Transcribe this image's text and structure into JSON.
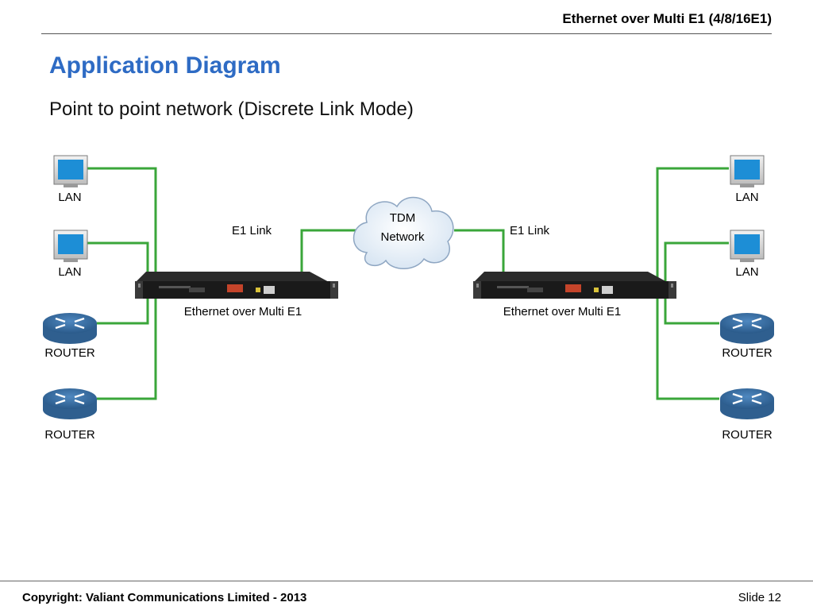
{
  "header": {
    "title": "Ethernet over Multi E1 (4/8/16E1)"
  },
  "slide": {
    "title": "Application Diagram",
    "subtitle": "Point to point network (Discrete Link Mode)"
  },
  "diagram": {
    "left_nodes": [
      {
        "kind": "lan",
        "label": "LAN"
      },
      {
        "kind": "lan",
        "label": "LAN"
      },
      {
        "kind": "router",
        "label": "ROUTER"
      },
      {
        "kind": "router",
        "label": "ROUTER"
      }
    ],
    "right_nodes": [
      {
        "kind": "lan",
        "label": "LAN"
      },
      {
        "kind": "lan",
        "label": "LAN"
      },
      {
        "kind": "router",
        "label": "ROUTER"
      },
      {
        "kind": "router",
        "label": "ROUTER"
      }
    ],
    "left_device_label": "Ethernet over Multi E1",
    "right_device_label": "Ethernet over Multi E1",
    "left_link_label": "E1 Link",
    "right_link_label": "E1 Link",
    "cloud_label_1": "TDM",
    "cloud_label_2": "Network",
    "link_color": "#3aa63a",
    "monitor_screen_color": "#1d8ed6",
    "router_color": "#2f5f8f"
  },
  "footer": {
    "copyright": "Copyright: Valiant Communications Limited - 2013",
    "slide_number": "Slide 12"
  }
}
